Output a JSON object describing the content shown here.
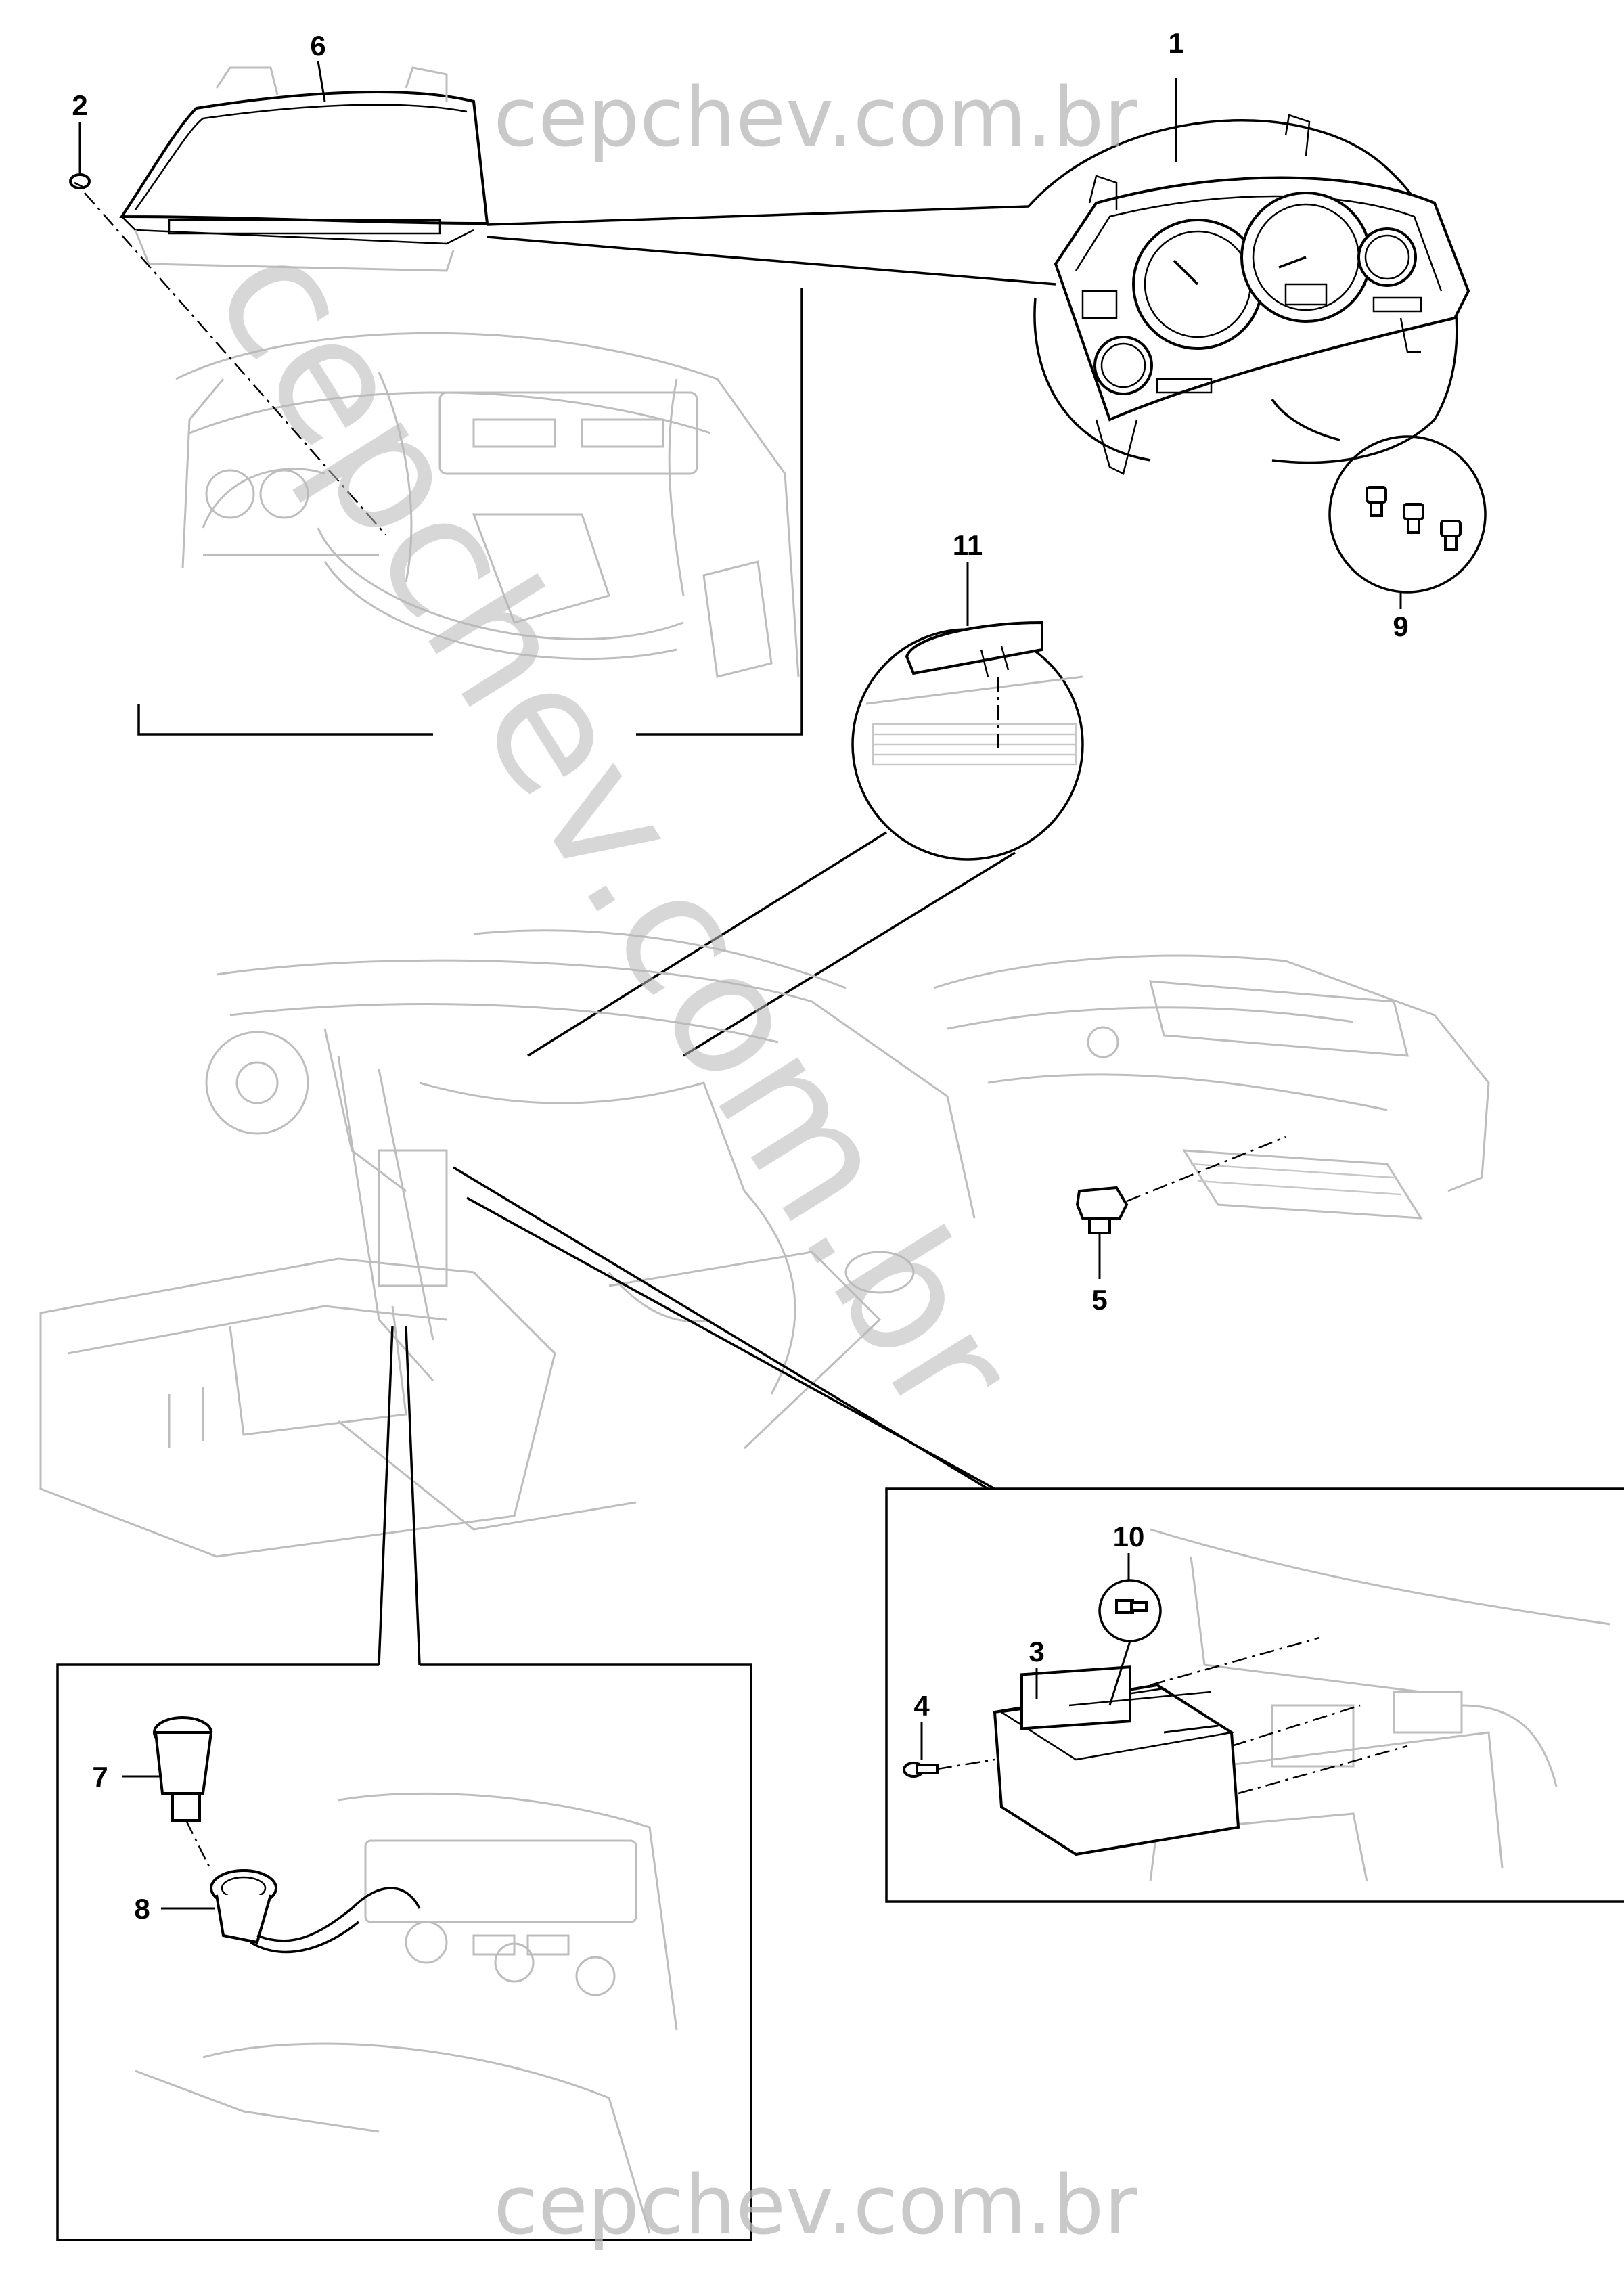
{
  "watermark": {
    "top": "cepchev.com.br",
    "bottom": "cepchev.com.br",
    "diagonal": "cepchev.com.br"
  },
  "callouts": [
    {
      "id": "1",
      "label": "1"
    },
    {
      "id": "2",
      "label": "2"
    },
    {
      "id": "3",
      "label": "3"
    },
    {
      "id": "4",
      "label": "4"
    },
    {
      "id": "5",
      "label": "5"
    },
    {
      "id": "6",
      "label": "6"
    },
    {
      "id": "7",
      "label": "7"
    },
    {
      "id": "8",
      "label": "8"
    },
    {
      "id": "9",
      "label": "9"
    },
    {
      "id": "10",
      "label": "10"
    },
    {
      "id": "11",
      "label": "11"
    }
  ]
}
